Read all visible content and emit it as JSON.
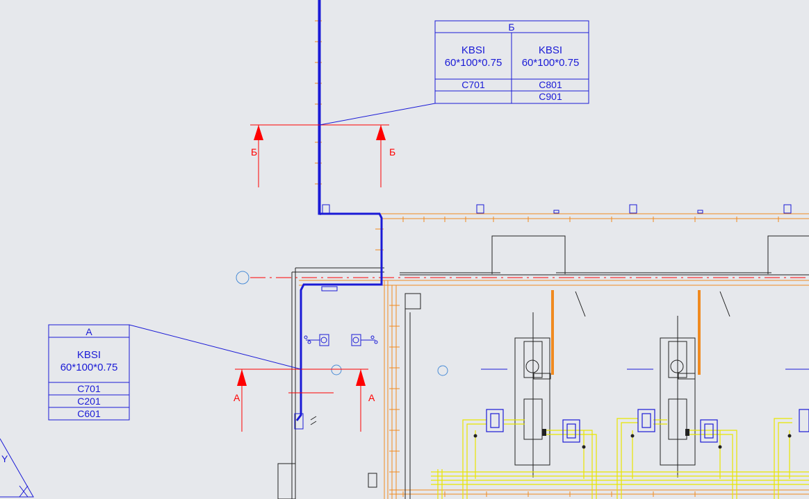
{
  "colors": {
    "background": "#e6e8ec",
    "cable_tray": "#1a1ad6",
    "tag_border": "#1a1ad6",
    "tag_text": "#1a1ad6",
    "section_marker": "#ff0000",
    "wall_orange": "#f08a20",
    "pipe_yellow": "#e8e600",
    "structure_dark": "#222222"
  },
  "tags": {
    "b": {
      "header": "Б",
      "col1_line1": "KBSI",
      "col1_line2": "60*100*0.75",
      "col2_line1": "KBSI",
      "col2_line2": "60*100*0.75",
      "col1_cable1": "C701",
      "col2_cable1": "C801",
      "col2_cable2": "C901"
    },
    "a": {
      "header": "А",
      "line1": "KBSI",
      "line2": "60*100*0.75",
      "cable1": "C701",
      "cable2": "C201",
      "cable3": "C601"
    }
  },
  "section_markers": {
    "b_label": "Б",
    "a_label": "А"
  },
  "corner_glyph": "Y"
}
